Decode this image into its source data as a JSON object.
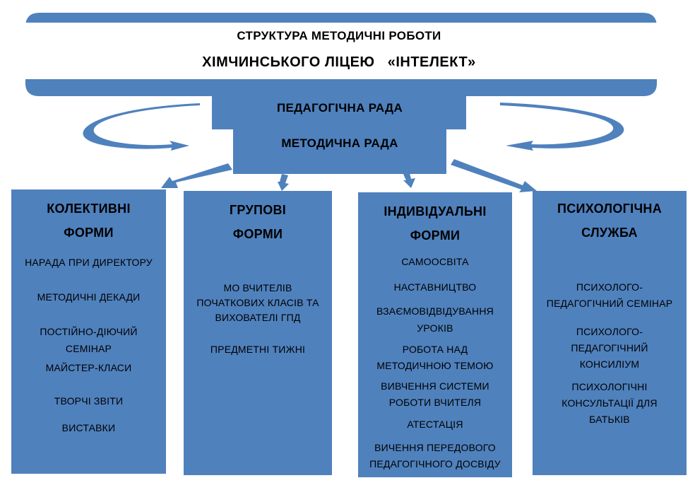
{
  "header": {
    "line1": "СТРУКТУРА МЕТОДИЧНІ РОБОТИ",
    "line2": "ХІМЧИНСЬКОГО ЛІЦЕЮ   «ІНТЕЛЕКТ»"
  },
  "councils": {
    "pedagogical": "ПЕДАГОГІЧНА РАДА",
    "methodical": "МЕТОДИЧНА РАДА"
  },
  "columns": [
    {
      "title1": "КОЛЕКТИВНІ",
      "title2": "ФОРМИ",
      "items": [
        "НАРАДА ПРИ ДИРЕКТОРУ",
        "МЕТОДИЧНІ ДЕКАДИ",
        "ПОСТІЙНО-ДІЮЧИЙ",
        "СЕМІНАР",
        "МАЙСТЕР-КЛАСИ",
        "ТВОРЧІ ЗВІТИ",
        "ВИСТАВКИ"
      ]
    },
    {
      "title1": "ГРУПОВІ",
      "title2": "ФОРМИ",
      "items": [
        "МО ВЧИТЕЛІВ",
        "ПОЧАТКОВИХ КЛАСІВ ТА",
        "ВИХОВАТЕЛІ ГПД",
        "ПРЕДМЕТНІ  ТИЖНІ"
      ]
    },
    {
      "title1": "ІНДИВІДУАЛЬНІ",
      "title2": "ФОРМИ",
      "items": [
        "САМООСВІТА",
        "НАСТАВНИЦТВО",
        "ВЗАЄМОВІДВІДУВАННЯ",
        "УРОКІВ",
        "РОБОТА НАД",
        "МЕТОДИЧНОЮ ТЕМОЮ",
        "ВИВЧЕННЯ СИСТЕМИ",
        "РОБОТИ ВЧИТЕЛЯ",
        "АТЕСТАЦІЯ",
        "ВИЧЕННЯ ПЕРЕДОВОГО",
        "ПЕДАГОГІЧНОГО ДОСВІДУ"
      ]
    },
    {
      "title1": "ПСИХОЛОГІЧНА",
      "title2": "СЛУЖБА",
      "items": [
        "ПСИХОЛОГО-",
        "ПЕДАГОГІЧНИЙ СЕМІНАР",
        "ПСИХОЛОГО-",
        "ПЕДАГОГІЧНИЙ",
        "КОНСИЛІУМ",
        "ПСИХОЛОГІЧНІ",
        "КОНСУЛЬТАЦІЇ ДЛЯ",
        "БАТЬКІВ"
      ]
    }
  ],
  "colors": {
    "fill": "#4f81bd",
    "text": "#000000",
    "background": "#ffffff"
  }
}
